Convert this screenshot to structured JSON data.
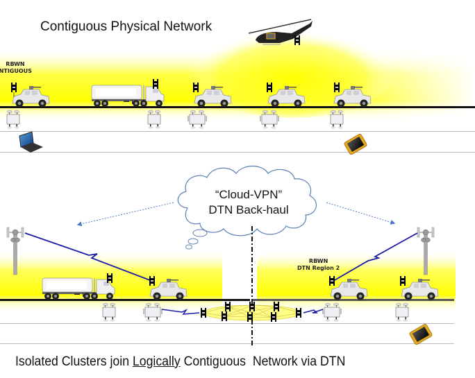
{
  "top_section": {
    "title": "Contiguous Physical Network",
    "region_label_line1": "RBWN",
    "region_label_line2": "CONTIGUOUS",
    "aircraft": "helicopter",
    "vehicles": [
      "humvee",
      "fuel-truck",
      "humvee",
      "humvee",
      "humvee"
    ],
    "devices": [
      "laptop",
      "rugged-tablet"
    ]
  },
  "cloud": {
    "line1": "“Cloud-VPN”",
    "line2": "DTN Back-haul"
  },
  "bottom_section": {
    "region2_label_line1": "RBWN",
    "region2_label_line2": "DTN Region 2",
    "vehicles_left": [
      "fuel-truck",
      "humvee"
    ],
    "vehicles_right": [
      "humvee",
      "humvee"
    ],
    "devices": [
      "rugged-tablet"
    ],
    "towers": [
      "left-cell-tower",
      "right-cell-tower"
    ]
  },
  "caption": {
    "part1": "Isolated Clusters join ",
    "underlined": "Logically",
    "part2": " Contiguous  Network via DTN"
  },
  "colors": {
    "highlight": "#ffff00",
    "radio_link": "#1a1aa6",
    "cloud_stroke": "#5b7fb5",
    "arrow": "#4a78c0",
    "road": "#111111",
    "lane": "#bbbbbb"
  }
}
